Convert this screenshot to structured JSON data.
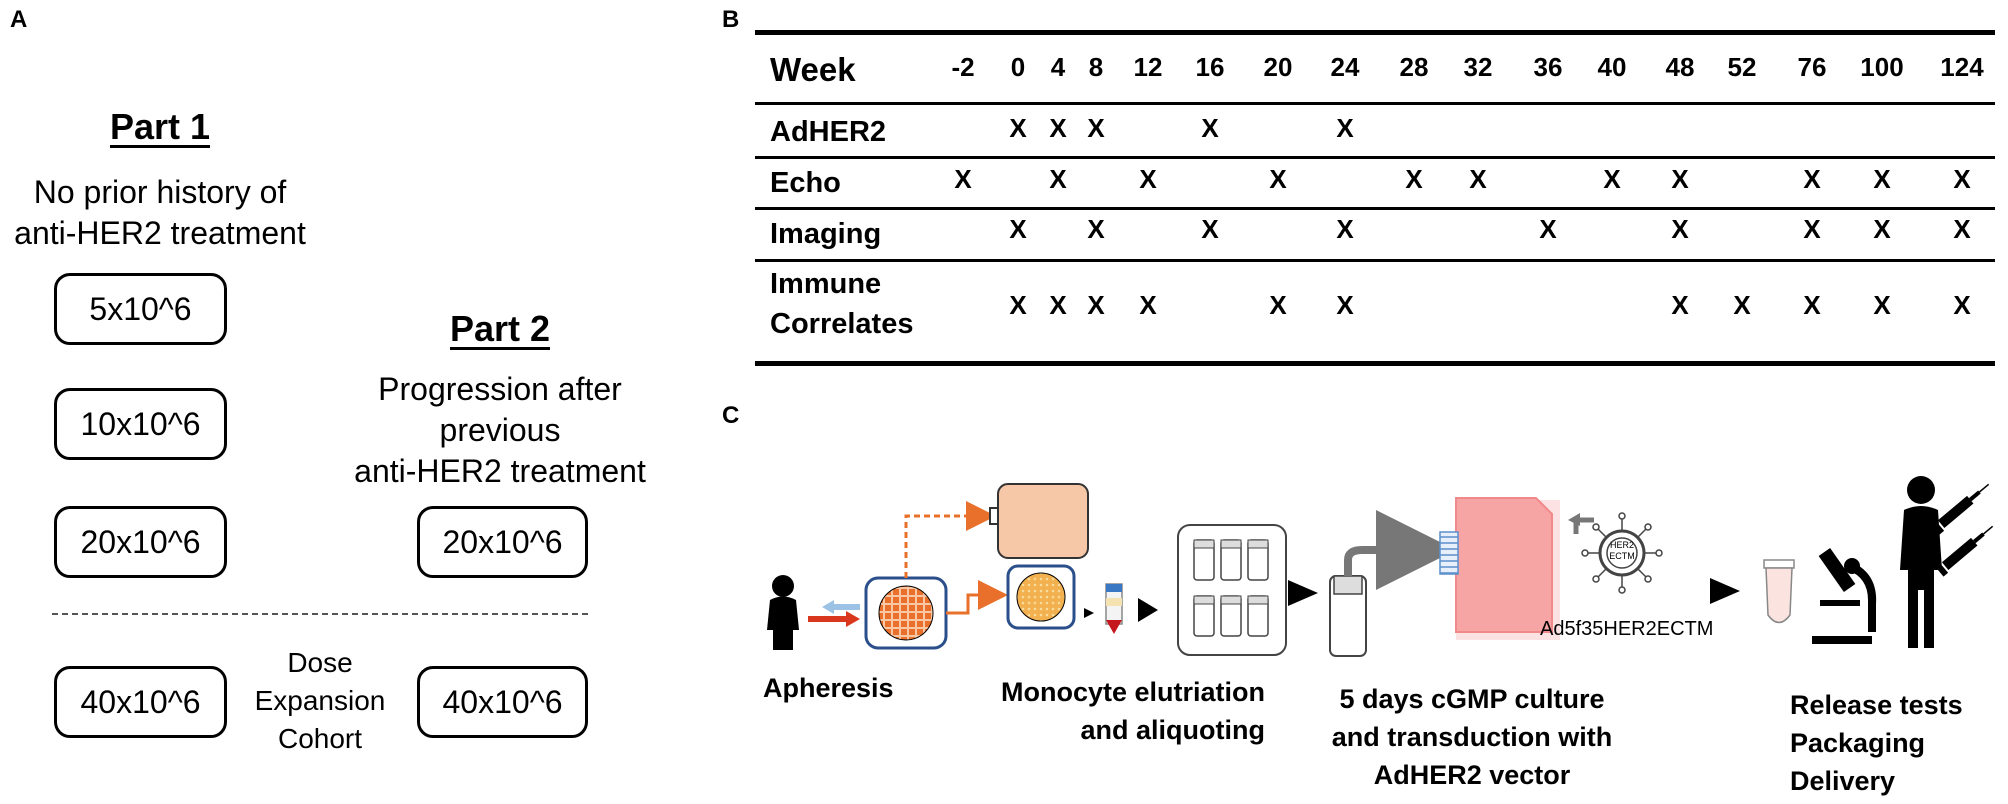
{
  "panels": {
    "a": "A",
    "b": "B",
    "c": "C"
  },
  "part1": {
    "title": "Part 1",
    "desc_line1": "No prior history of",
    "desc_line2": "anti-HER2 treatment",
    "doses": [
      "5x10^6",
      "10x10^6",
      "20x10^6",
      "40x10^6"
    ]
  },
  "part2": {
    "title": "Part 2",
    "desc_line1": "Progression after",
    "desc_line2": "previous",
    "desc_line3": "anti-HER2 treatment",
    "doses": [
      "20x10^6",
      "40x10^6"
    ]
  },
  "expansion": {
    "line1": "Dose",
    "line2": "Expansion",
    "line3": "Cohort"
  },
  "schedule": {
    "header": "Week",
    "weeks": [
      "-2",
      "0",
      "4",
      "8",
      "12",
      "16",
      "20",
      "24",
      "28",
      "32",
      "36",
      "40",
      "48",
      "52",
      "76",
      "100",
      "124"
    ],
    "mark": "X",
    "rows": [
      {
        "label": "AdHER2",
        "label2": "",
        "marks": [
          "0",
          "4",
          "8",
          "16",
          "24"
        ]
      },
      {
        "label": "Echo",
        "label2": "",
        "marks": [
          "-2",
          "4",
          "12",
          "20",
          "28",
          "32",
          "40",
          "48",
          "76",
          "100",
          "124"
        ]
      },
      {
        "label": "Imaging",
        "label2": "",
        "marks": [
          "0",
          "8",
          "16",
          "24",
          "36",
          "48",
          "76",
          "100",
          "124"
        ]
      },
      {
        "label": "Immune",
        "label2": "Correlates",
        "marks": [
          "0",
          "4",
          "8",
          "12",
          "20",
          "24",
          "48",
          "52",
          "76",
          "100",
          "124"
        ]
      }
    ]
  },
  "process": {
    "step1": "Apheresis",
    "step2_line1": "Monocyte elutriation",
    "step2_line2": "and aliquoting",
    "step3_line1": "5 days cGMP culture",
    "step3_line2": "and transduction with",
    "step3_line3": "AdHER2 vector",
    "step4_line1": "Release tests",
    "step4_line2": "Packaging",
    "step4_line3": "Delivery",
    "vector_name": "Ad5f35HER2ECTM",
    "vector_text1": "HER2",
    "vector_text2": "ECTM"
  },
  "colors": {
    "arrow_orange": "#e8702a",
    "arrow_red": "#d9381e",
    "arrow_blue": "#9cc3e6",
    "flask_pink": "#f6a4a4",
    "box_peach": "#f7c8a8",
    "gray": "#777777"
  }
}
